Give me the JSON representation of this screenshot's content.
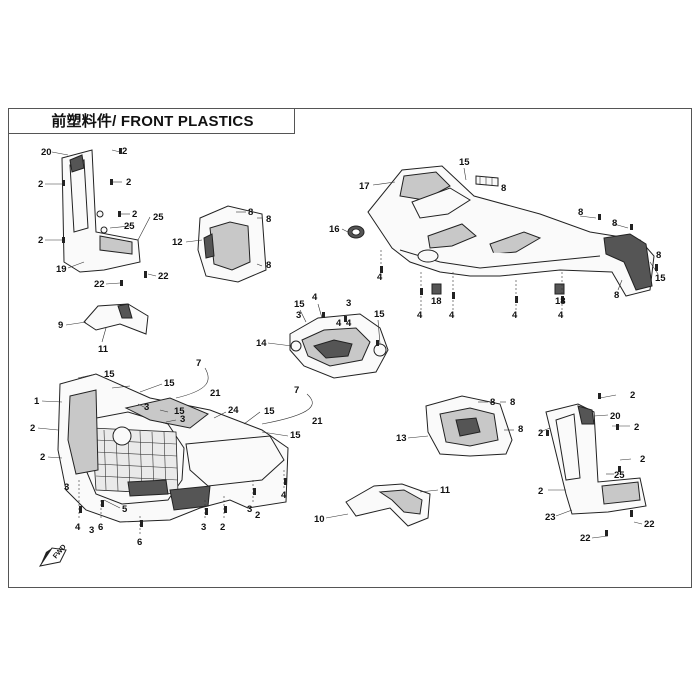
{
  "title": "前塑料件/ FRONT PLASTICS",
  "arrow_label": "FWD",
  "callouts": {
    "c1": "1",
    "c2": "2",
    "c3": "3",
    "c4": "4",
    "c5": "5",
    "c6": "6",
    "c7": "7",
    "c8": "8",
    "c9": "9",
    "c10": "10",
    "c11": "11",
    "c12": "12",
    "c13": "13",
    "c14": "14",
    "c15": "15",
    "c16": "16",
    "c17": "17",
    "c18": "18",
    "c19": "19",
    "c20": "20",
    "c21": "21",
    "c22": "22",
    "c23": "23",
    "c24": "24",
    "c25": "25"
  }
}
